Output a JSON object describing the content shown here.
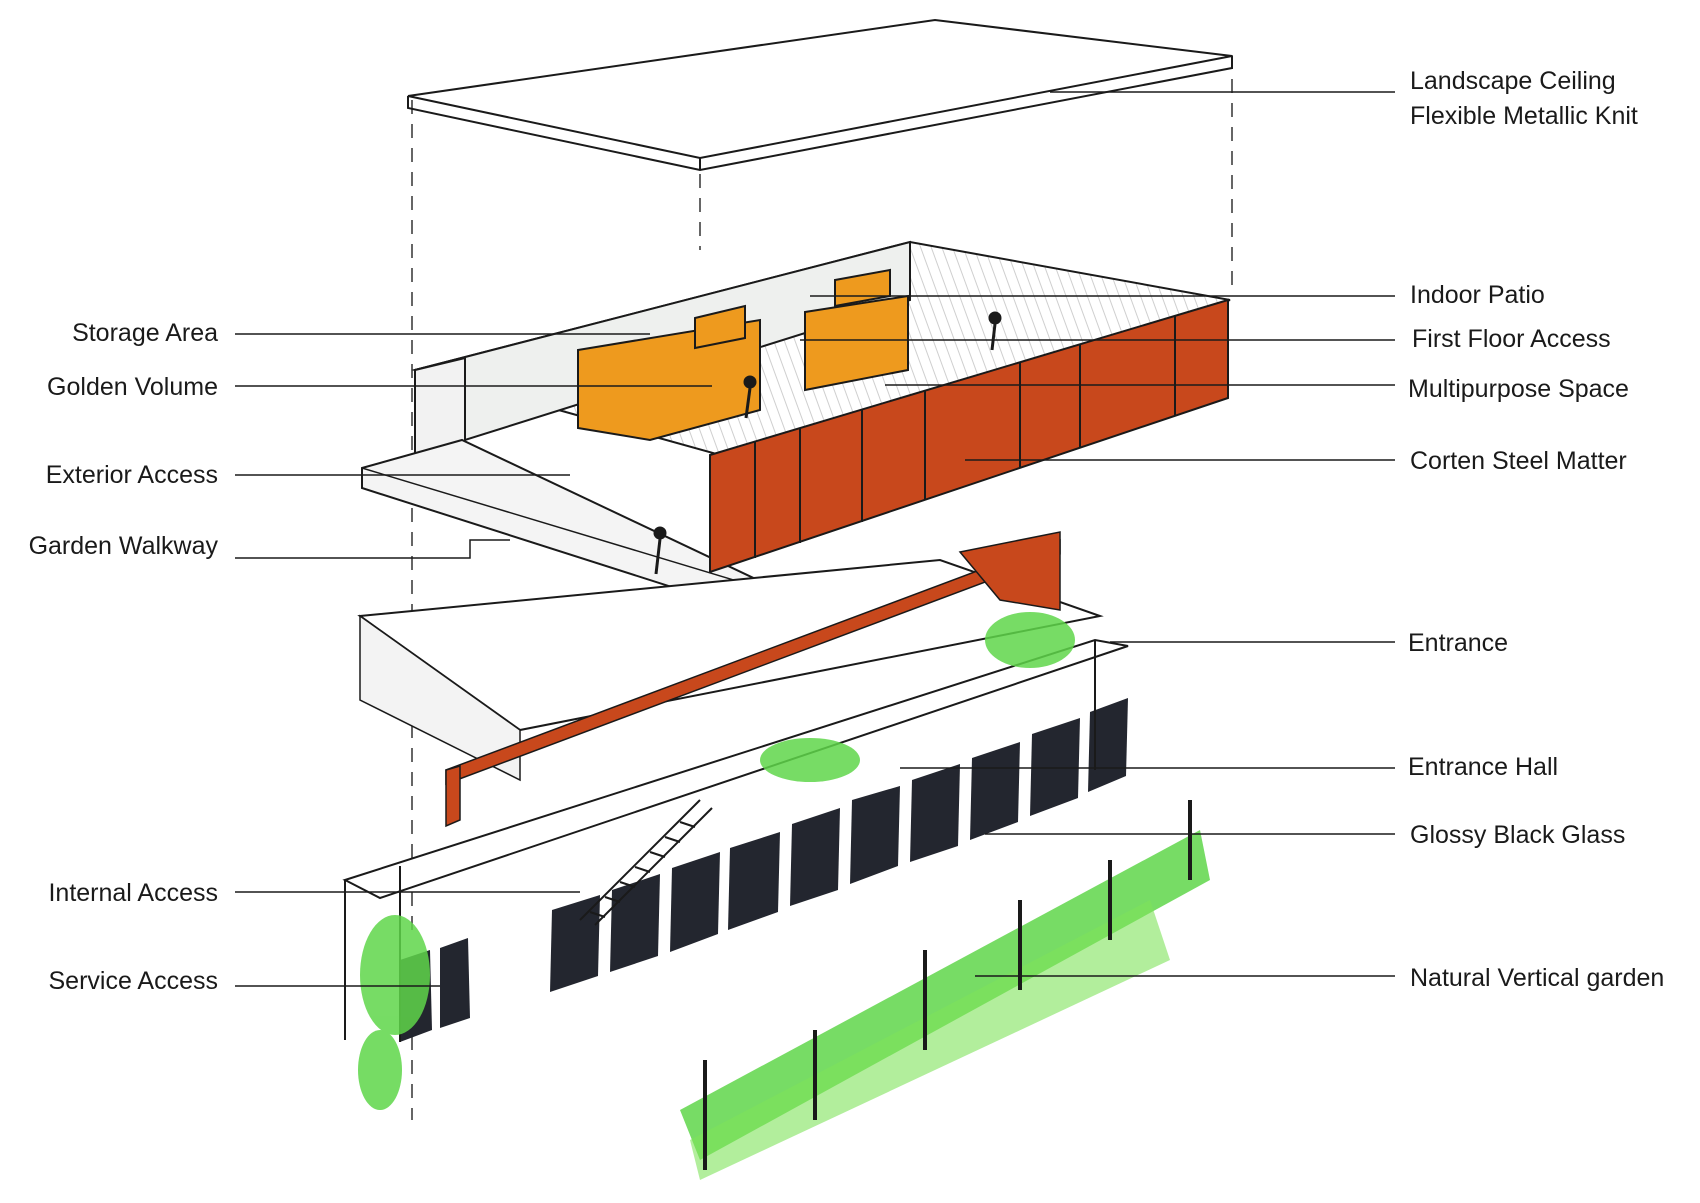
{
  "colors": {
    "ink": "#1a1a1a",
    "corten": "#c8481c",
    "golden": "#ee9a1e",
    "black_glass": "#23262f",
    "garden": "#5fd64a",
    "paper": "#ffffff"
  },
  "labels": {
    "landscape_ceiling": "Landscape Ceiling",
    "flexible_metallic_knit": "Flexible Metallic Knit",
    "indoor_patio": "Indoor Patio",
    "first_floor_access": "First Floor Access",
    "multipurpose_space": "Multipurpose Space",
    "corten_steel_matter": "Corten Steel Matter",
    "storage_area": "Storage Area",
    "golden_volume": "Golden Volume",
    "exterior_access": "Exterior Access",
    "garden_walkway": "Garden Walkway",
    "entrance": "Entrance",
    "entrance_hall": "Entrance Hall",
    "glossy_black_glass": "Glossy Black Glass",
    "internal_access": "Internal Access",
    "service_access": "Service Access",
    "natural_vertical_garden": "Natural Vertical garden"
  }
}
